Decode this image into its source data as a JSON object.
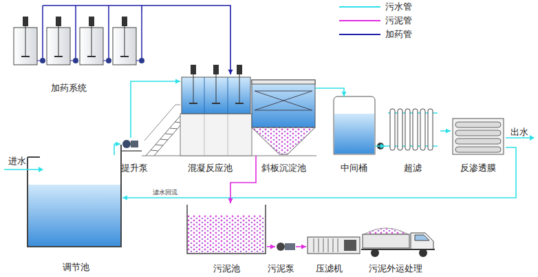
{
  "diagram": {
    "nodes": [
      {
        "text": [
          "加药系统"
        ]
      },
      {
        "text": [
          "调节池"
        ]
      },
      {
        "text": [
          "提升泵"
        ]
      },
      {
        "text": [
          "混凝反应池"
        ]
      },
      {
        "text": [
          "斜板沉淀池"
        ]
      },
      {
        "text": [
          "中间桶"
        ]
      },
      {
        "text": [
          "超滤"
        ]
      },
      {
        "text": [
          "反渗透膜"
        ]
      },
      {
        "text": [
          "污泥池"
        ]
      },
      {
        "text": [
          "污泥泵"
        ]
      },
      {
        "text": [
          "压滤机"
        ]
      },
      {
        "text": [
          "污泥外运处理"
        ]
      }
    ],
    "edges": [
      {
        "from": 1,
        "to": 2,
        "arrow": "to"
      },
      {
        "from": 2,
        "to": 3,
        "arrow": "to"
      },
      {
        "from": 0,
        "to": 3,
        "arrow": "to"
      },
      {
        "from": 4,
        "to": 5,
        "arrow": "to"
      },
      {
        "from": 5,
        "to": 6,
        "arrow": "to"
      },
      {
        "from": 6,
        "to": 7,
        "arrow": "to"
      },
      {
        "from": 7,
        "to": 1,
        "label": "滤水回流",
        "arrow": "to"
      },
      {
        "from": 4,
        "to": 8,
        "arrow": "to"
      },
      {
        "from": 8,
        "to": 9,
        "arrow": "to"
      },
      {
        "from": 9,
        "to": 10,
        "arrow": "to"
      }
    ],
    "labels": [
      "进水",
      "出水"
    ],
    "legend": [
      {
        "text": "污水管",
        "color": "#2fe0e8"
      },
      {
        "text": "污泥管",
        "color": "#e02ae0"
      },
      {
        "text": "加药管",
        "color": "#1f1fa8"
      }
    ]
  }
}
